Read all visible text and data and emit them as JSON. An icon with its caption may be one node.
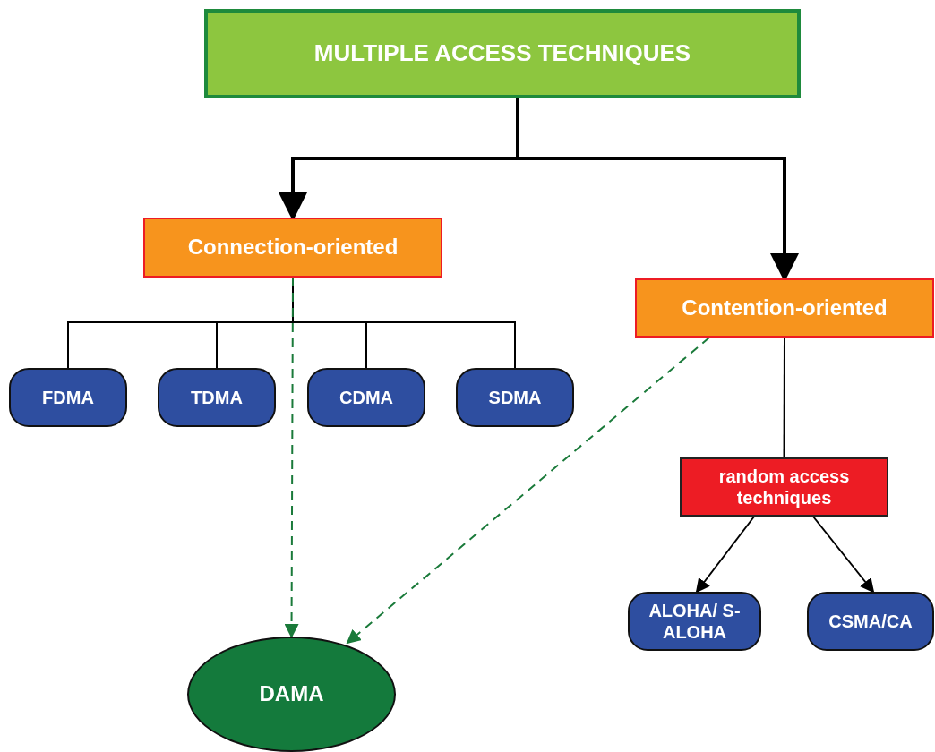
{
  "diagram": {
    "nodes": [
      {
        "text": [
          "MULTIPLE ACCESS TECHNIQUES"
        ]
      },
      {
        "text": [
          "Connection-oriented"
        ]
      },
      {
        "text": [
          "Contention-oriented"
        ]
      },
      {
        "text": [
          "FDMA"
        ]
      },
      {
        "text": [
          "TDMA"
        ]
      },
      {
        "text": [
          "CDMA"
        ]
      },
      {
        "text": [
          "SDMA"
        ]
      },
      {
        "text": [
          "random access techniques"
        ]
      },
      {
        "text": [
          "ALOHA/ S-ALOHA"
        ]
      },
      {
        "text": [
          "CSMA/CA"
        ]
      },
      {
        "text": [
          "DAMA"
        ]
      }
    ],
    "edges": [
      {
        "from": 0,
        "to": 1,
        "arrow": "to",
        "style": "thick"
      },
      {
        "from": 0,
        "to": 2,
        "arrow": "to",
        "style": "thick"
      },
      {
        "from": 1,
        "to": 3,
        "arrow": "none"
      },
      {
        "from": 1,
        "to": 4,
        "arrow": "none"
      },
      {
        "from": 1,
        "to": 5,
        "arrow": "none"
      },
      {
        "from": 1,
        "to": 6,
        "arrow": "none"
      },
      {
        "from": 1,
        "to": 10,
        "arrow": "to",
        "style": "dashed",
        "color": "#1a7a3a"
      },
      {
        "from": 2,
        "to": 10,
        "arrow": "to",
        "style": "dashed",
        "color": "#1a7a3a"
      },
      {
        "from": 2,
        "to": 7,
        "arrow": "none"
      },
      {
        "from": 7,
        "to": 8,
        "arrow": "to"
      },
      {
        "from": 7,
        "to": 9,
        "arrow": "to"
      }
    ]
  }
}
